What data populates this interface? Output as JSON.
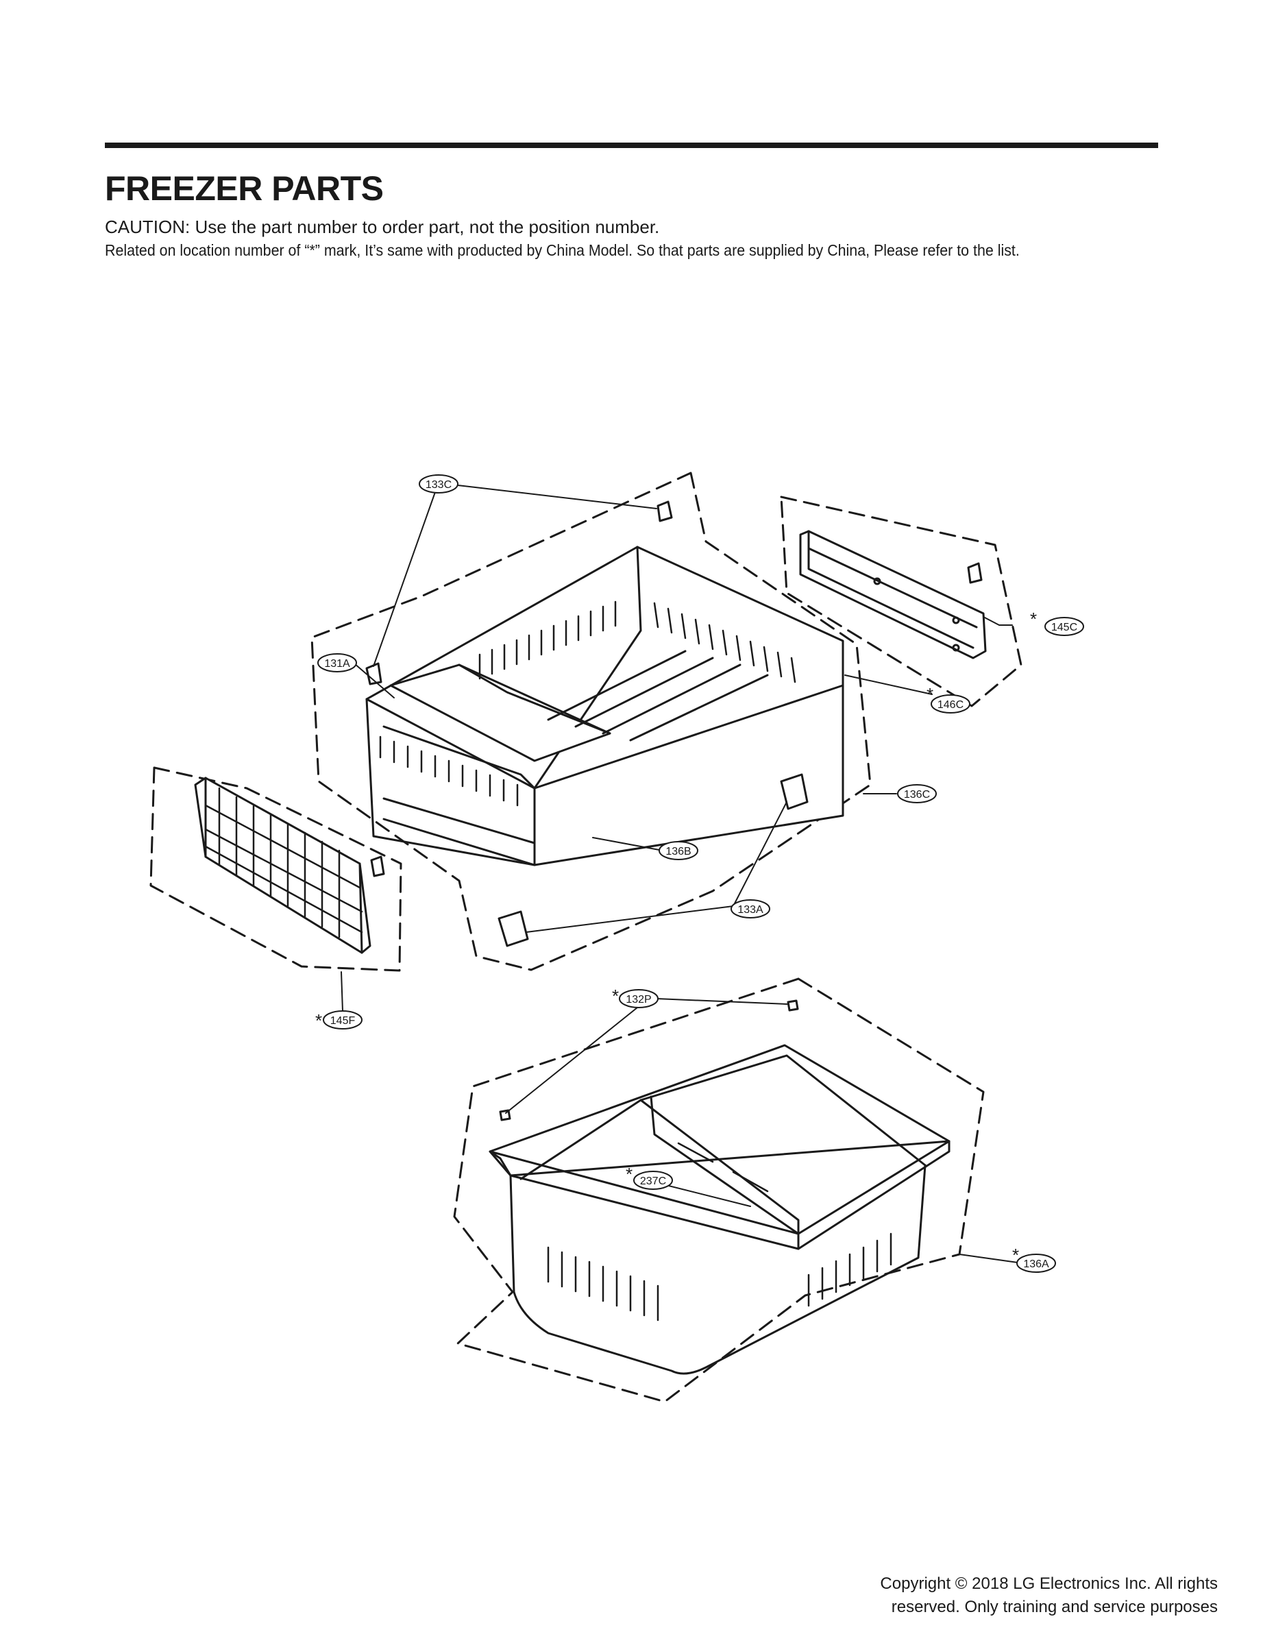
{
  "header": {
    "title": "FREEZER PARTS",
    "caution": "CAUTION: Use the part number to order part, not the position number.",
    "related": "Related on location number of “*” mark, It’s same with producted by China Model. So that parts are supplied by China, Please refer to the list."
  },
  "callouts": [
    {
      "label": "133C",
      "star": ""
    },
    {
      "label": "131A",
      "star": ""
    },
    {
      "label": "145C",
      "star": "*"
    },
    {
      "label": "146C",
      "star": "*"
    },
    {
      "label": "136C",
      "star": ""
    },
    {
      "label": "136B",
      "star": ""
    },
    {
      "label": "133A",
      "star": ""
    },
    {
      "label": "145F",
      "star": "*"
    },
    {
      "label": "132P",
      "star": "*"
    },
    {
      "label": "237C",
      "star": "*"
    },
    {
      "label": "136A",
      "star": "*"
    }
  ],
  "footer": {
    "copyright_line1": "Copyright © 2018 LG Electronics Inc. All rights",
    "copyright_line2": "reserved. Only training and service purposes"
  }
}
